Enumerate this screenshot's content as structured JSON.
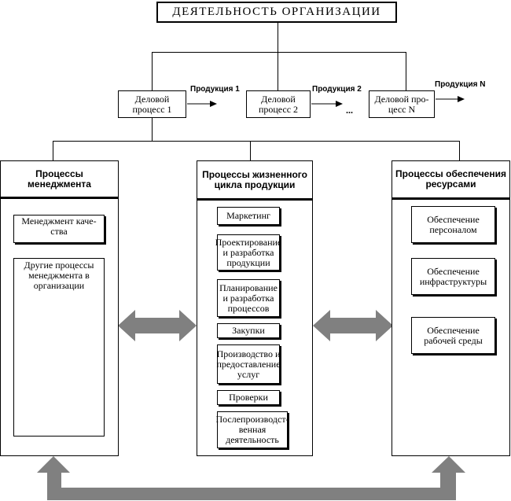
{
  "title": "ДЕЯТЕЛЬНОСТЬ ОРГАНИЗАЦИИ",
  "business_processes": [
    {
      "label": "Деловой процесс 1",
      "product": "Продукция 1"
    },
    {
      "label": "Деловой процесс 2",
      "product": "Продукция 2"
    },
    {
      "label": "Деловой про-цесс N",
      "product": "Продукция N"
    }
  ],
  "ellipsis": "...",
  "columns": {
    "management": {
      "header": "Процессы менеджмента",
      "items": [
        "Менеджмент каче-ства",
        "Другие процессы менеджмента в организации"
      ]
    },
    "lifecycle": {
      "header": "Процессы жизненного цикла продукции",
      "items": [
        "Маркетинг",
        "Проектирование и разработка продукции",
        "Планирование и разработка процессов",
        "Закупки",
        "Производство и предоставление услуг",
        "Проверки",
        "Послепроизводст-венная деятельность"
      ]
    },
    "resources": {
      "header": "Процессы обеспечения ресурсами",
      "items": [
        "Обеспечение персоналом",
        "Обеспечение инфраструктуры",
        "Обеспечение рабочей среды"
      ]
    }
  },
  "colors": {
    "line": "#000000",
    "arrow": "#808080"
  }
}
